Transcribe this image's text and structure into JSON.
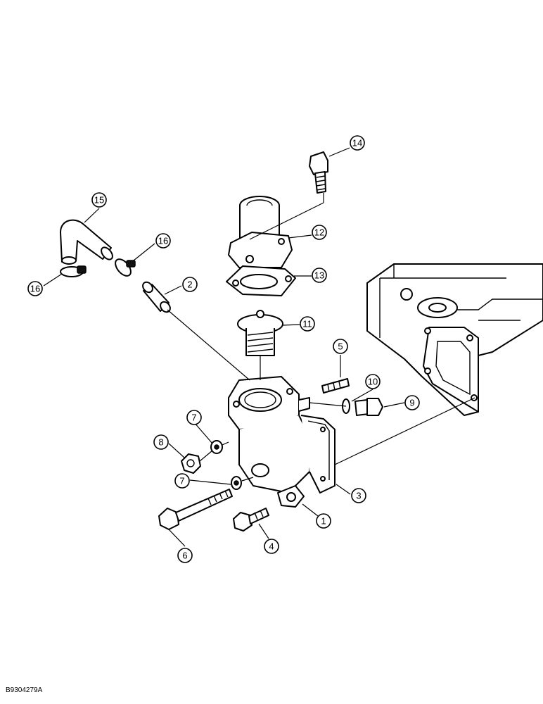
{
  "diagram": {
    "callouts": [
      {
        "label": "1"
      },
      {
        "label": "2"
      },
      {
        "label": "3"
      },
      {
        "label": "4"
      },
      {
        "label": "5"
      },
      {
        "label": "6"
      },
      {
        "label": "7"
      },
      {
        "label": "7"
      },
      {
        "label": "8"
      },
      {
        "label": "9"
      },
      {
        "label": "10"
      },
      {
        "label": "11"
      },
      {
        "label": "12"
      },
      {
        "label": "13"
      },
      {
        "label": "14"
      },
      {
        "label": "15"
      },
      {
        "label": "16"
      },
      {
        "label": "16"
      }
    ],
    "image_code": "B9304279A"
  }
}
